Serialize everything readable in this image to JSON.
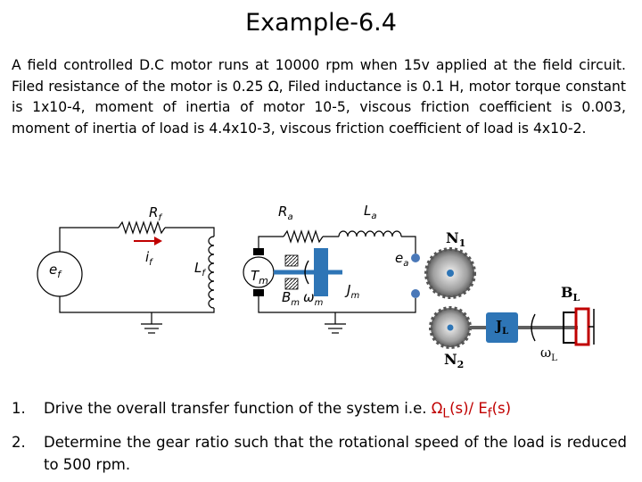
{
  "title": "Example-6.4",
  "problem": "A field controlled D.C motor runs at 10000 rpm when 15v applied at the field circuit. Filed resistance of the motor is 0.25 Ω, Filed inductance is 0.1 H, motor torque constant is 1x10-4, moment of inertia of motor 10-5, viscous friction coefficient is 0.003, moment of inertia of load is 4.4x10-3, viscous friction coefficient of load is 4x10-2.",
  "diagram": {
    "Rf": "R",
    "Rf_sub": "f",
    "Ra": "R",
    "Ra_sub": "a",
    "La": "L",
    "La_sub": "a",
    "ef": "e",
    "ef_sub": "f",
    "if": "i",
    "if_sub": "f",
    "Lf": "L",
    "Lf_sub": "f",
    "Tm": "T",
    "Tm_sub": "m",
    "ea": "e",
    "ea_sub": "a",
    "Bm": "B",
    "Bm_sub": "m",
    "wm": "ω",
    "wm_sub": "m",
    "Jm": "J",
    "Jm_sub": "m",
    "N1": "N",
    "N1_sub": "1",
    "N2": "N",
    "N2_sub": "2",
    "BL": "B",
    "BL_sub": "L",
    "JL": "J",
    "JL_sub": "L",
    "wL": "ω",
    "wL_sub": "L"
  },
  "questions": [
    {
      "num": "1.",
      "pre": "Drive the overall transfer function of the system i.e. ",
      "red": "Ω",
      "red_sub": "L",
      "mid": "(s)/ E",
      "mid_sub": "f",
      "post": "(s)"
    },
    {
      "num": "2.",
      "text": "Determine the gear ratio such that the rotational speed of the load is reduced to 500 rpm."
    }
  ],
  "colors": {
    "current_arrow": "#c00000",
    "gear": "#7f7f7f",
    "shaft": "#2e75b6",
    "terminal": "#4a78b8",
    "load_box": "#c00000"
  }
}
